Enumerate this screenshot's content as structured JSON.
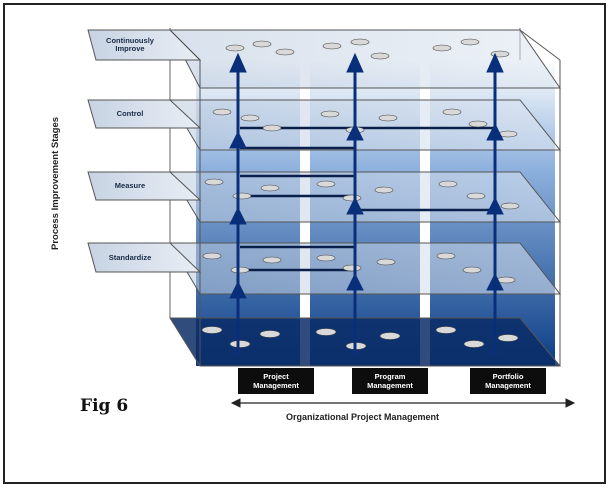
{
  "figure_label": "Fig 6",
  "y_axis_label": "Process Improvement Stages",
  "x_axis_label": "Organizational Project Management",
  "stages": [
    {
      "label": "Continuously Improve"
    },
    {
      "label": "Control"
    },
    {
      "label": "Measure"
    },
    {
      "label": "Standardize"
    }
  ],
  "columns": [
    {
      "label": "Project Management"
    },
    {
      "label": "Program Management"
    },
    {
      "label": "Portfolio Management"
    }
  ],
  "colors": {
    "column_dark": "#0b3d86",
    "column_light": "#ffffff",
    "arrow": "#0a2f7a",
    "plane": "#c9d6e6",
    "frame": "#222222"
  }
}
